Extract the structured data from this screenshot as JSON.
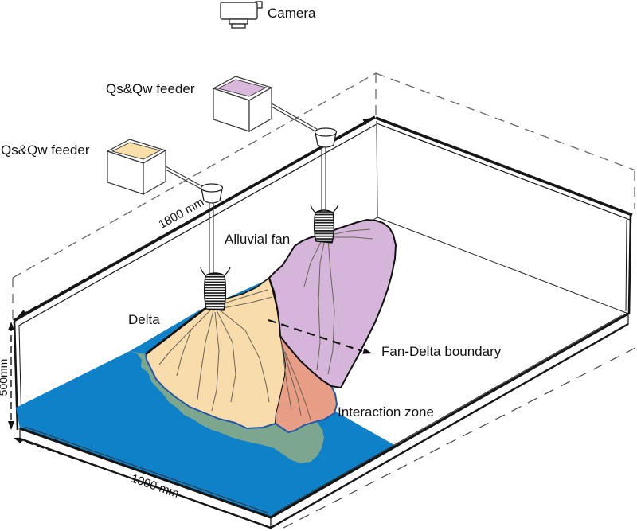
{
  "labels": {
    "camera": "Camera",
    "upper_feeder": "Qs&Qw feeder",
    "lower_feeder": "Qs&Qw feeder",
    "alluvial_fan": "Alluvial fan",
    "delta": "Delta",
    "fan_delta_boundary": "Fan-Delta boundary",
    "interaction_zone": "Interaction zone"
  },
  "dimensions": {
    "length": "1800 mm",
    "height": "500mm",
    "width": "1000 mm"
  },
  "colors": {
    "water": "#0F81C8",
    "delta_sediment": "#F8DCAC",
    "alluvial_fan_sediment": "#D5B5DA",
    "interaction_zone": "#E89E86",
    "subaqueous_delta_front": "#7CA78E",
    "lower_feeder_fill": "#FBDFA9",
    "upper_feeder_fill": "#D9B8DC"
  }
}
